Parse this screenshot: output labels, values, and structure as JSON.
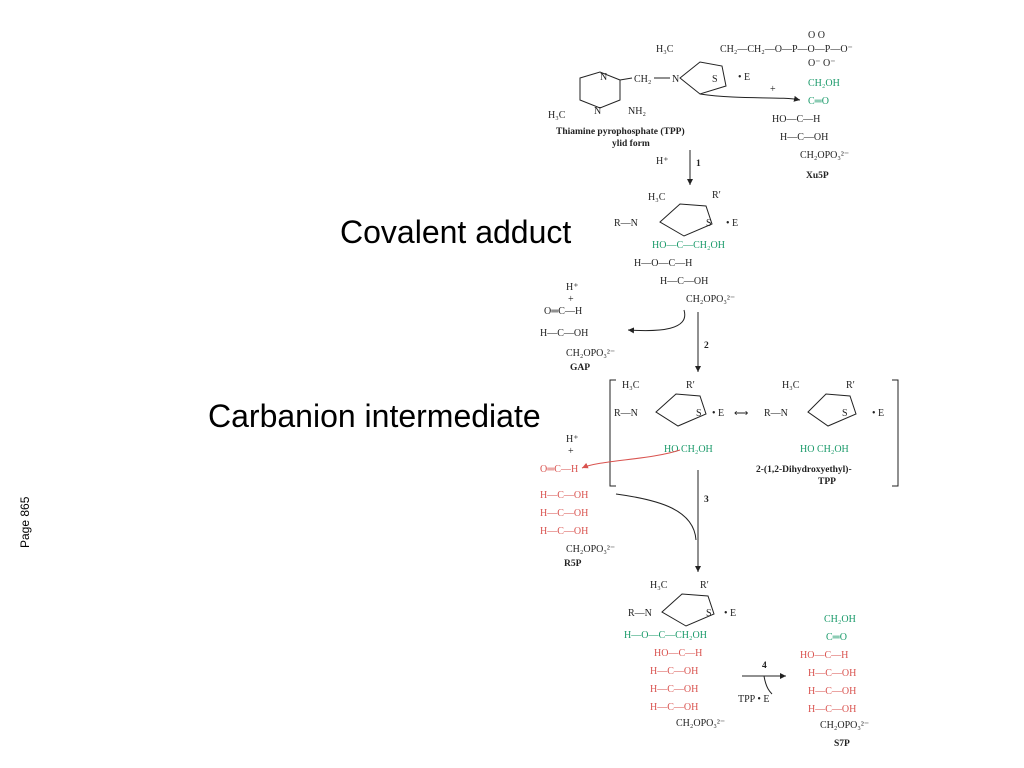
{
  "labels": {
    "covalent_adduct": "Covalent adduct",
    "carbanion_intermediate": "Carbanion intermediate",
    "page_number": "Page 865"
  },
  "structures": {
    "tpp_name_1": "Thiamine pyrophosphate (TPP)",
    "tpp_name_2": "ylid form",
    "xu5p": "Xu5P",
    "gap": "GAP",
    "dihydroxyethyl_1": "2-(1,2-Dihydroxyethyl)-",
    "dihydroxyethyl_2": "TPP",
    "r5p": "R5P",
    "s7p": "S7P"
  },
  "steps": {
    "step1": "1",
    "step2": "2",
    "step3": "3",
    "step4": "4"
  },
  "colors": {
    "green": "#1a9a6a",
    "red": "#d9534f",
    "black": "#222222"
  }
}
